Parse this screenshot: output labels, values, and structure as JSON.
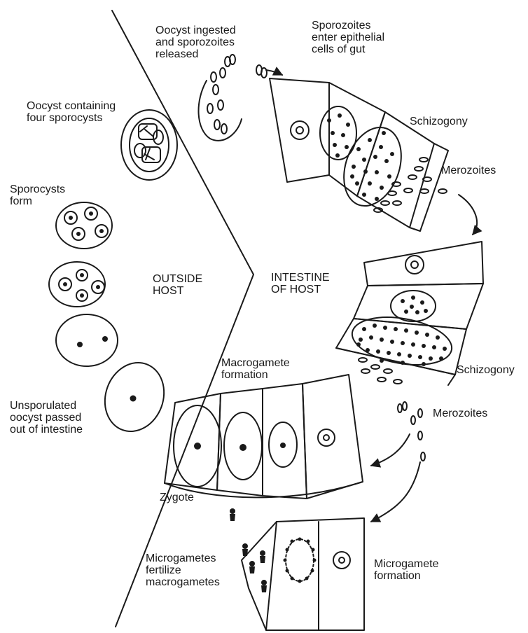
{
  "colors": {
    "ink": "#1a1a1a",
    "background": "#ffffff"
  },
  "labels": {
    "oocyst_ingested": "Oocyst ingested\nand sporozoites\nreleased",
    "sporozoites_enter": "Sporozoites\nenter epithelial\ncells of gut",
    "schizogony_1": "Schizogony",
    "merozoites_1": "Merozoites",
    "oocyst_four": "Oocyst containing\nfour sporocysts",
    "sporocysts_form": "Sporocysts\nform",
    "outside_host": "OUTSIDE\nHOST",
    "intestine_of_host": "INTESTINE\nOF HOST",
    "schizogony_2": "Schizogony",
    "macrogamete_formation": "Macrogamete\nformation",
    "merozoites_2": "Merozoites",
    "unsporulated": "Unsporulated\noocyst passed\nout of intestine",
    "zygote": "Zygote",
    "microgametes_fertilize": "Microgametes\nfertilize\nmacrogametes",
    "microgamete_formation": "Microgamete\nformation"
  }
}
